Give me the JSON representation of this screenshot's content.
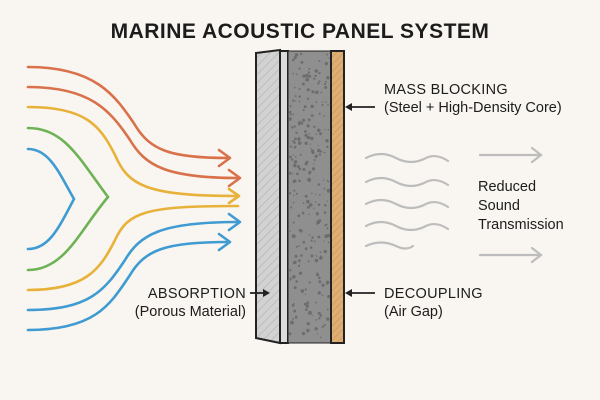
{
  "title": "MARINE ACOUSTIC PANEL SYSTEM",
  "labels": {
    "absorption": {
      "head": "ABSORPTION",
      "sub": "(Porous Material)"
    },
    "mass_blocking": {
      "head": "MASS BLOCKING",
      "sub": "(Steel + High-Density Core)"
    },
    "decoupling": {
      "head": "DECOUPLING",
      "sub": "(Air Gap)"
    },
    "reduced": {
      "line1": "Reduced",
      "line2": "Sound",
      "line3": "Transmission"
    }
  },
  "colors": {
    "background": "#f9f6f1",
    "wave_red": "#d9714a",
    "wave_yellow": "#e8b23a",
    "wave_green": "#6db356",
    "wave_blue": "#3f9bd2",
    "transmitted": "#bdbdbd",
    "absorber": "#cfcfcf",
    "core": "#8e8e8e",
    "decoupler": "#d9a86a"
  },
  "layers": [
    "porous-absorber",
    "steel-plate",
    "high-density-core",
    "decoupling-air-gap"
  ]
}
